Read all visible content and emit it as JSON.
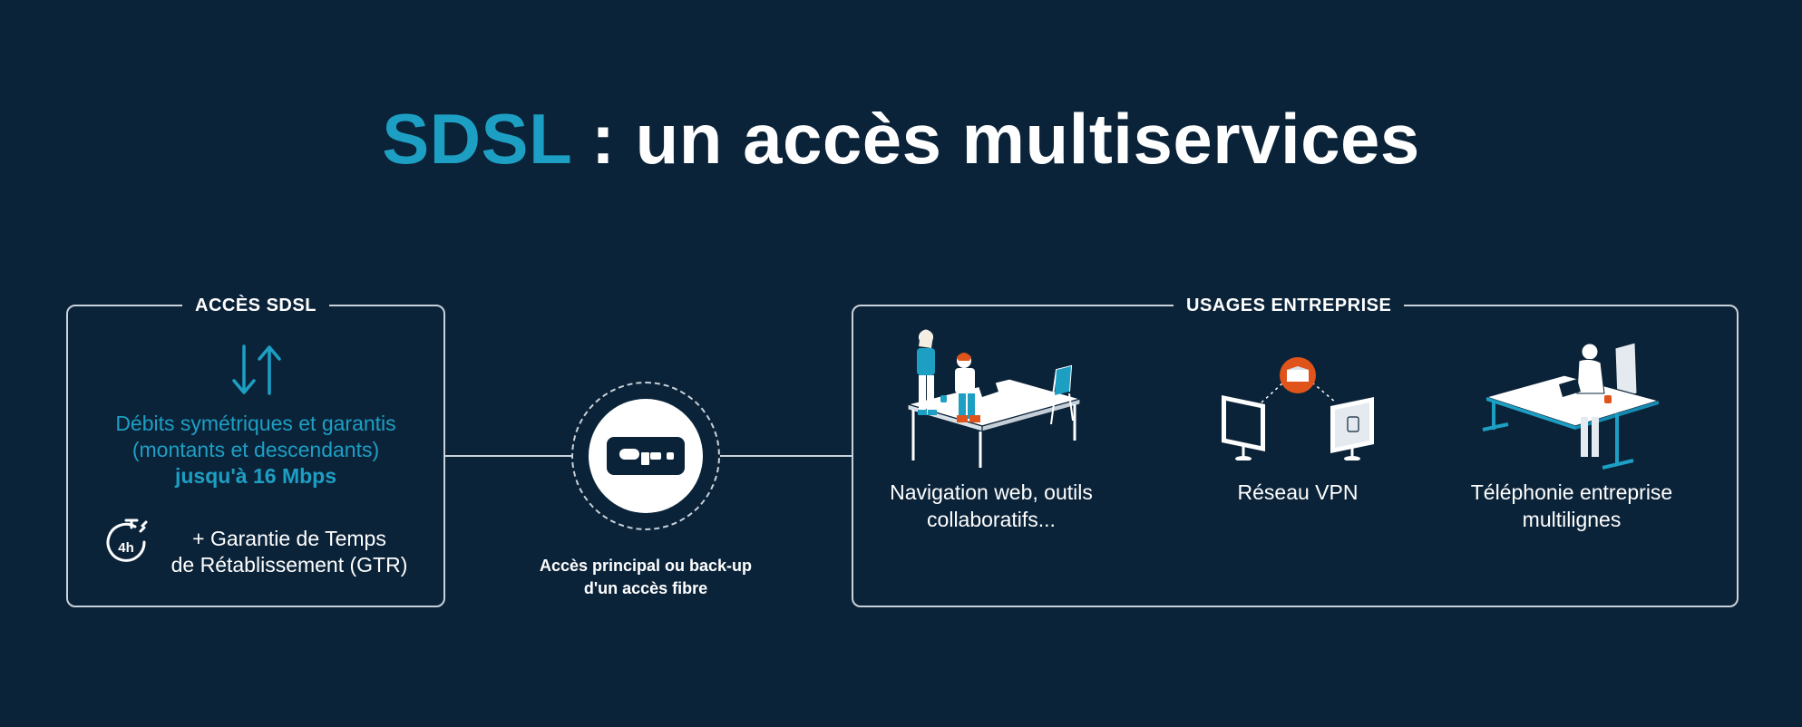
{
  "title": {
    "accent": "SDSL",
    "rest": " : un accès multiservices"
  },
  "colors": {
    "background": "#0b2339",
    "accent": "#1d9fc4",
    "orange": "#e0541b",
    "line": "#c9d2da"
  },
  "sdsl_box": {
    "label": "ACCÈS SDSL",
    "debit_line1": "Débits symétriques et garantis",
    "debit_line2": "(montants et descendants)",
    "debit_line3": "jusqu'à 16 Mbps",
    "gtr_icon_text": "4h",
    "gtr_line1": "+ Garantie de Temps",
    "gtr_line2": "de Rétablissement (GTR)"
  },
  "hub": {
    "caption_line1": "Accès principal ou back-up",
    "caption_line2": "d'un accès fibre",
    "icon": "router-icon"
  },
  "usages_box": {
    "label": "USAGES ENTREPRISE",
    "items": [
      {
        "line1": "Navigation web, outils",
        "line2": "collaboratifs...",
        "icon": "office-collaboration-illustration"
      },
      {
        "line1": "Réseau VPN",
        "line2": "",
        "icon": "vpn-network-illustration"
      },
      {
        "line1": "Téléphonie entreprise",
        "line2": "multilignes",
        "icon": "telephony-illustration"
      }
    ]
  }
}
